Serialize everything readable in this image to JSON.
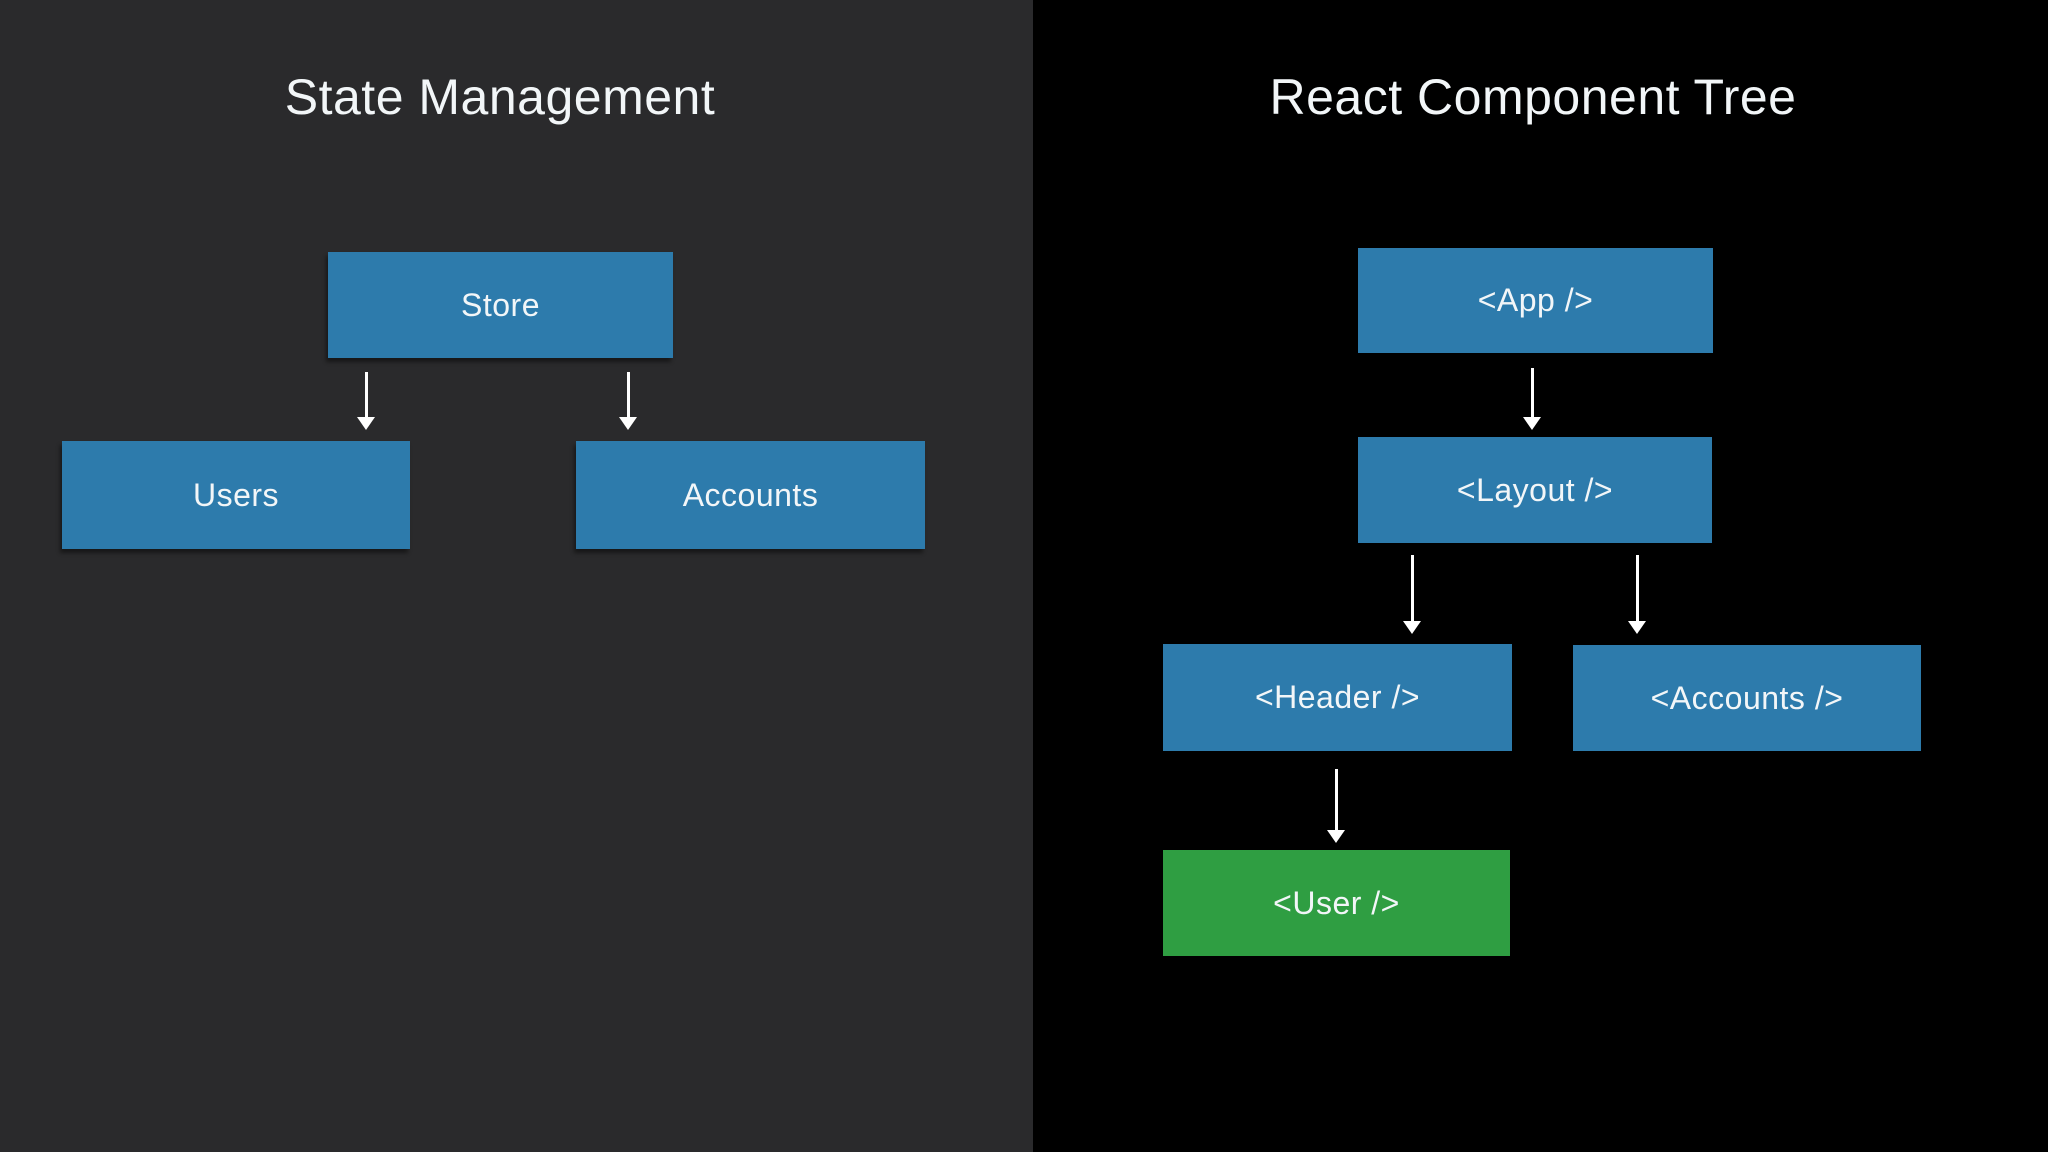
{
  "left_panel": {
    "title": "State Management",
    "nodes": {
      "store": "Store",
      "users": "Users",
      "accounts": "Accounts"
    }
  },
  "right_panel": {
    "title": "React Component Tree",
    "nodes": {
      "app": "<App />",
      "layout": "<Layout />",
      "header": "<Header />",
      "accounts": "<Accounts />",
      "user": "<User />"
    }
  },
  "colors": {
    "node_blue": "#2d7bac",
    "node_highlight_green": "#2f9e42",
    "left_background": "#2a2a2c",
    "right_background": "#000000",
    "arrow_white": "#ffffff",
    "text_white": "#f2f6f8"
  }
}
